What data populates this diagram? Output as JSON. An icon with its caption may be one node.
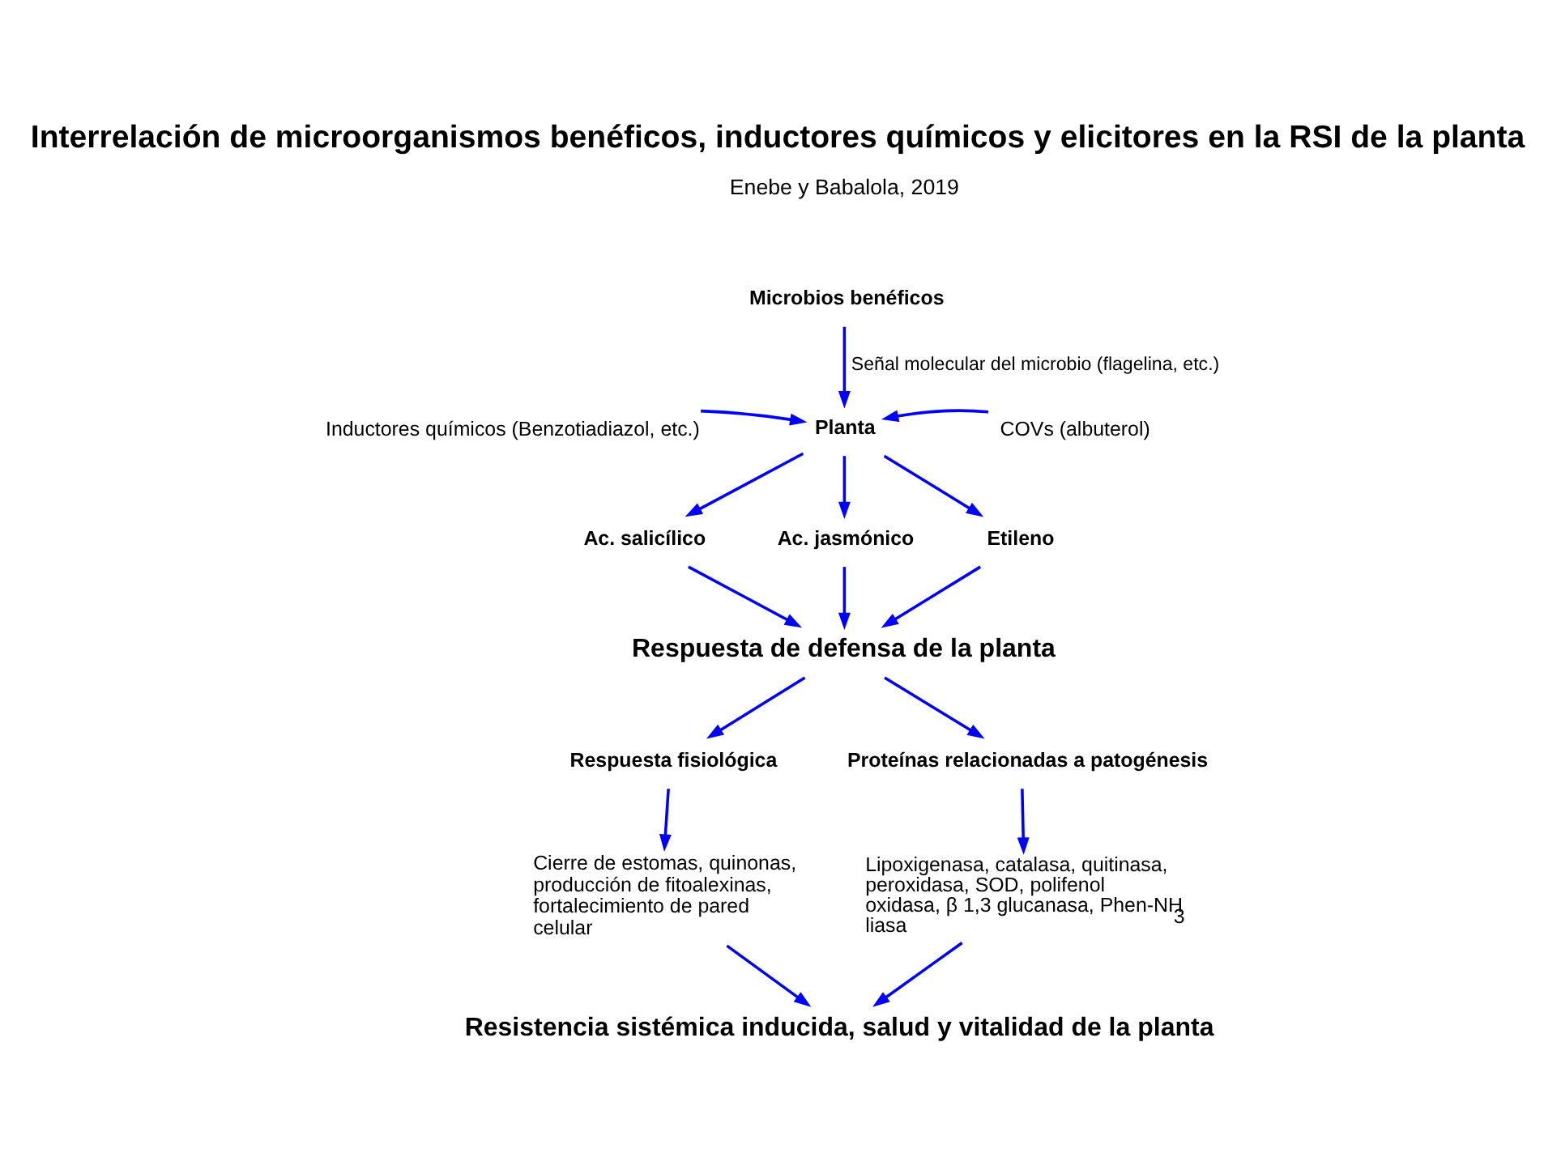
{
  "diagram": {
    "title": "Interrelación de microorganismos benéficos, inductores químicos y elicitores en la RSI de la planta",
    "nodes": [
      {
        "text": [
          "Microbios benéficos"
        ]
      },
      {
        "text": [
          "Inductores químicos (Benzotiadiazol, etc.)"
        ]
      },
      {
        "text": [
          "Planta"
        ]
      },
      {
        "text": [
          "COVs (albuterol)"
        ]
      },
      {
        "text": [
          "Ac. salicílico"
        ]
      },
      {
        "text": [
          "Ac. jasmónico"
        ]
      },
      {
        "text": [
          "Etileno"
        ]
      },
      {
        "text": [
          "Respuesta de defensa de la planta"
        ]
      },
      {
        "text": [
          "Respuesta fisiológica"
        ]
      },
      {
        "text": [
          "Proteínas relacionadas a patogénesis"
        ]
      },
      {
        "text": [
          "Cierre de estomas, quinonas, producción de fitoalexinas, fortalecimiento de pared celular"
        ]
      },
      {
        "text": [
          "Lipoxigenasa, catalasa, quitinasa, peroxidasa, SOD, polifenol oxidasa, β 1,3 glucanasa, Phen-NH$_{3}$ liasa"
        ]
      },
      {
        "text": [
          "Resistencia sistémica inducida, salud y vitalidad de la planta"
        ]
      }
    ],
    "edges": [
      {
        "from": 0,
        "to": 2,
        "arrow": "to",
        "label": "Señal molecular del microbio (flagelina, etc.)"
      },
      {
        "from": 1,
        "to": 2,
        "arrow": "to"
      },
      {
        "from": 3,
        "to": 2,
        "arrow": "to"
      },
      {
        "from": 2,
        "to": 4,
        "arrow": "to"
      },
      {
        "from": 2,
        "to": 5,
        "arrow": "to"
      },
      {
        "from": 2,
        "to": 6,
        "arrow": "to"
      },
      {
        "from": 4,
        "to": 7,
        "arrow": "to"
      },
      {
        "from": 5,
        "to": 7,
        "arrow": "to"
      },
      {
        "from": 6,
        "to": 7,
        "arrow": "to"
      },
      {
        "from": 7,
        "to": 8,
        "arrow": "to"
      },
      {
        "from": 7,
        "to": 9,
        "arrow": "to"
      },
      {
        "from": 8,
        "to": 10,
        "arrow": "to"
      },
      {
        "from": 9,
        "to": 11,
        "arrow": "to"
      },
      {
        "from": 10,
        "to": 12,
        "arrow": "to"
      },
      {
        "from": 11,
        "to": 12,
        "arrow": "to"
      }
    ],
    "labels": [
      "Enebe y Babalola, 2019"
    ]
  }
}
